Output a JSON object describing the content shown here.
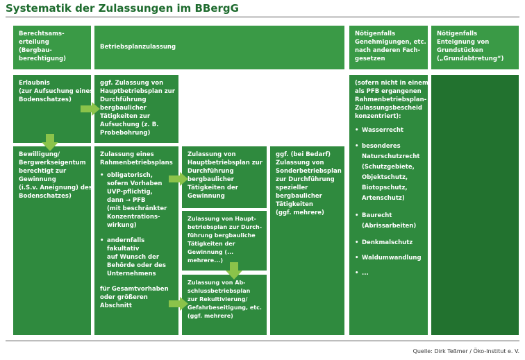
{
  "title": "Systematik der Zulassungen im BBergG",
  "source": "Quelle: Dirk Teßmer / Öko-Institut e. V.",
  "colors": {
    "box": "#2f8a3e",
    "box_dark": "#22722f",
    "header": "#3a9a46",
    "title": "#1e6b2e"
  },
  "headers": {
    "col1": "Berechtsams-\nerteilung\n(Bergbau-\nberechtigung)",
    "col2": "Betriebsplanzulassung",
    "col3": "Nötigenfalls\nGenehmigungen, etc.\nnach anderen Fach-\ngesetzen",
    "col4": "Nötigenfalls\nEnteignung von\nGrundstücken\n(„Grundabtretung“)"
  },
  "boxes": {
    "erlaubnis": "Erlaubnis\n(zur Aufsuchung eines\nBodenschatzes)",
    "hbp_aufsuchung": "ggf. Zulassung von\nHauptbetriebsplan zur\nDurchführung\nbergbaulicher\nTätigkeiten zur\nAufsuchung (z. B.\nProbebohrung)",
    "bewilligung": "Bewilligung/\nBergwerkseigentum\nberechtigt zur\nGewinnung\n(i.S.v. Aneignung) des\nBodenschatzes)",
    "rahmen_title": "Zulassung eines\nRahmenbetriebsplans",
    "rahmen_items": [
      "obligatorisch,\nsofern Vorhaben\nUVP-pflichtig,\ndann → PFB\n(mit beschränkter\nKonzentrations-\nwirkung)",
      "andernfalls\nfakultativ\nauf Wunsch der\nBehörde oder des\nUnternehmens"
    ],
    "rahmen_footer": "für Gesamtvorhaben\noder größeren\nAbschnitt",
    "hbp_gewinnung": "Zulassung von\nHauptbetriebsplan zur\nDurchführung\nbergbaulicher\nTätigkeiten der\nGewinnung",
    "hbp_gewinnung_mehrere": "Zulassung von Haupt-\nbetriebsplan zur Durch-\nführung bergbauliche\nTätigkeiten der\nGewinnung (...\nmehrere...)",
    "abschluss": "Zulassung von Ab-\nschlussbetriebsplan\nzur Rekultivierung/\nGefahrbeseitigung, etc.\n(ggf. mehrere)",
    "sonder": "ggf. (bei Bedarf)\nZulassung von\nSonderbetriebsplan\nzur Durchführung\nspezieller\nbergbaulicher\nTätigkeiten\n(ggf. mehrere)",
    "fach_intro": "(sofern nicht in einem\nals PFB ergangenen\nRahmenbetriebsplan-\nZulassungsbescheid\nkonzentriert):",
    "fach_items": [
      "Wasserrecht",
      "besonderes\nNaturschutzrecht\n(Schutzgebiete,\nObjektschutz,\nBiotopschutz,\nArtenschutz)",
      "Baurecht\n(Abrissarbeiten)",
      "Denkmalschutz",
      "Waldumwandlung",
      "..."
    ]
  }
}
